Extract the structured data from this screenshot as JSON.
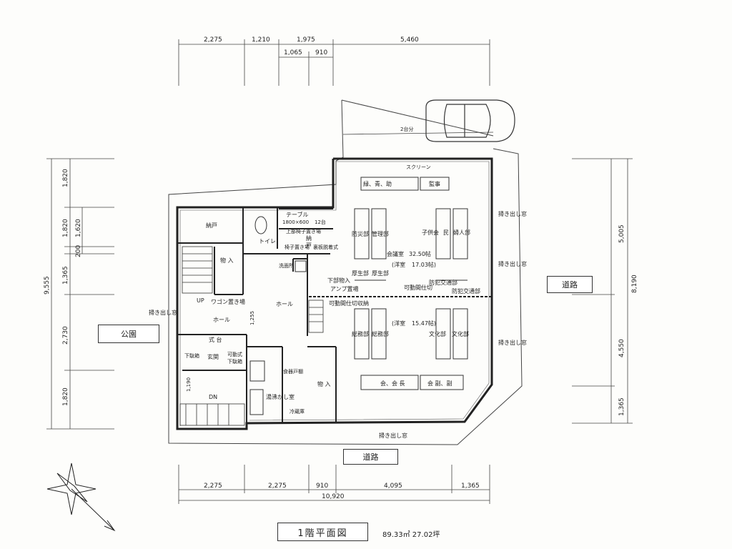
{
  "plan": {
    "title": "1階平面図",
    "area": "89.33㎡ 27.02坪"
  },
  "labels": {
    "park": "公園",
    "road_bottom": "道路",
    "road_right": "道路",
    "two_car": "2台分",
    "screen": "スクリーン",
    "ryokuseijo": "緑、青、助",
    "kanji": "監事",
    "bousai": "防災部",
    "kanri": "管理部",
    "kodomo": "子供会",
    "min": "民",
    "fujin": "婦人部",
    "kouseibu_a": "厚生部",
    "kouseibu_b": "厚生部",
    "kaigi": "会議室",
    "kaigi_size": "32.50帖",
    "youshitsu1": "(洋室",
    "youshitsu1_size": "17.03帖)",
    "bouhan_a": "防犯交通部",
    "bouhan_b": "防犯交通部",
    "kadou_shikiri": "可動間仕切",
    "kadou_shuunou": "可動間仕切収納",
    "youshitsu2": "(洋室",
    "youshitsu2_size": "15.47帖)",
    "soumu_a": "総務部",
    "soumu_b": "総務部",
    "bunka_a": "文化部",
    "bunka_b": "文化部",
    "kaichou": "会、会 長",
    "fukukaichou": "会 副、副",
    "table": "テーブル",
    "table_size": "1800×600",
    "table_count": "12台",
    "upper_chair": "上部椅子置き場",
    "nando_1": "納",
    "nando_2": "戸",
    "chair_place": "椅子置き場",
    "ura_butai": "裏板脱着式",
    "nando_room": "納戸",
    "toilet": "トイレ",
    "monoire_1": "物 入",
    "senmen": "洗面所",
    "shita_monoire": "下部物入",
    "amp": "アンプ置場",
    "up": "UP",
    "wagon": "ワゴン置き場",
    "hall_left": "ホール",
    "hall": "ホール",
    "shiki_dai": "式 台",
    "getabako": "下駄箱",
    "genkan": "玄関",
    "kadou_getabako_1": "可動式",
    "kadou_getabako_2": "下駄箱",
    "shokki": "食器戸棚",
    "monoire_2": "物 入",
    "yuwakashi": "湯沸かし室",
    "reizouko": "冷蔵庫",
    "dn": "DN",
    "hakidashi_left": "掃き出し窓",
    "hakidashi_r1": "掃き出し窓",
    "hakidashi_r2": "掃き出し窓",
    "hakidashi_r3": "掃き出し窓",
    "hakidashi_bottom": "掃き出し窓"
  },
  "dims_top": {
    "d1": "2,275",
    "d2": "1,210",
    "d3": "1,975",
    "d4": "5,460",
    "d5": "1,065",
    "d6": "910"
  },
  "dims_bottom": {
    "d1": "2,275",
    "d2": "2,275",
    "d3": "910",
    "d4": "4,095",
    "d5": "1,365",
    "total": "10,920"
  },
  "dims_left": {
    "total": "9,555",
    "d1": "1,820",
    "d2": "1,820",
    "d2b": "1,620",
    "d3": "200",
    "d4": "1,365",
    "d5": "2,730",
    "d6": "1,820",
    "d7": "1,255",
    "d8": "1,190"
  },
  "dims_right": {
    "total": "8,190",
    "d1": "5,005",
    "d2": "4,550",
    "d3": "1,365"
  }
}
